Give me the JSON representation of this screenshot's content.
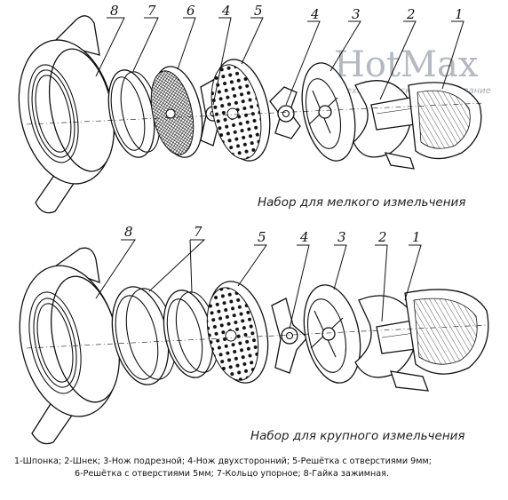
{
  "watermark": {
    "brand": "HotMax",
    "tagline": "технологическое оборудование"
  },
  "fine_set": {
    "caption": "Набор для мелкого измельчения",
    "callouts": [
      "8",
      "7",
      "6",
      "4",
      "5",
      "4",
      "3",
      "2",
      "1"
    ]
  },
  "coarse_set": {
    "caption": "Набор для крупного измельчения",
    "callouts": [
      "8",
      "7",
      "5",
      "4",
      "3",
      "2",
      "1"
    ]
  },
  "legend": {
    "line1": "1-Шпонка; 2-Шнек; 3-Нож подрезной; 4-Нож двухсторонний; 5-Решётка с отверстиями 9мм;",
    "line2": "6-Решётка с отверстиями 5мм; 7-Кольцо упорное; 8-Гайка зажимная."
  },
  "colors": {
    "ink": "#111111",
    "watermark": "#9aa3ad",
    "background": "#ffffff"
  }
}
